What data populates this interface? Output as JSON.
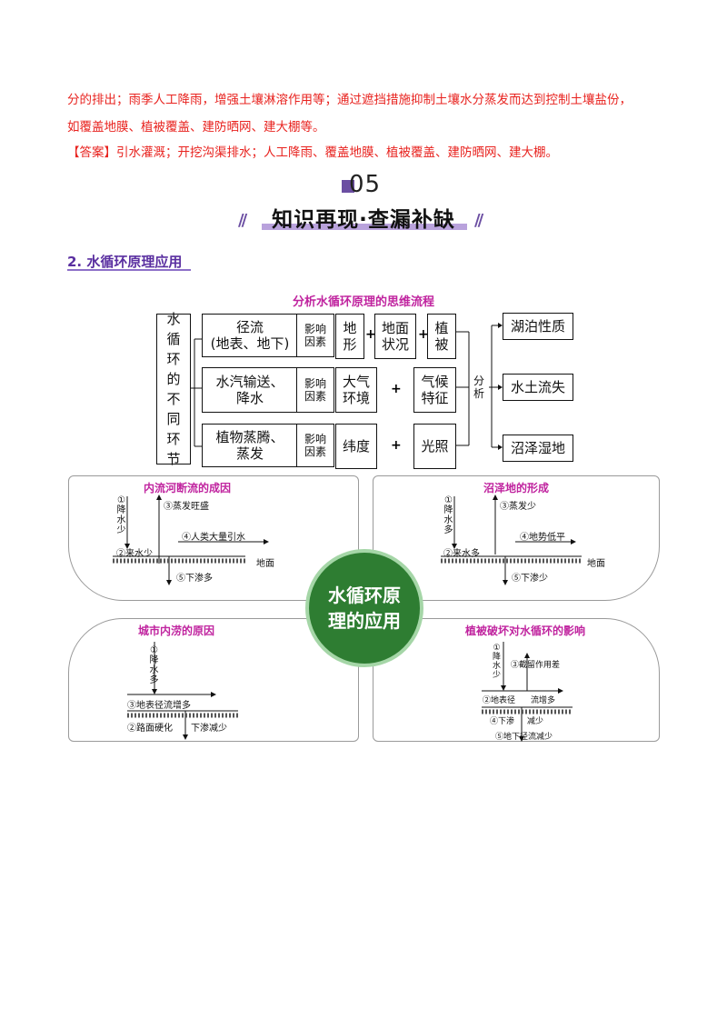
{
  "intro": {
    "line1": "分的排出；雨季人工降雨，增强土壤淋溶作用等；通过遮挡措施抑制土壤水分蒸发而达到控制土壤盐份，",
    "line2": "如覆盖地膜、植被覆盖、建防晒网、建大棚等。",
    "answer_tag": "【答案】",
    "answer_text": "引水灌溉；开挖沟渠排水；人工降雨、覆盖地膜、植被覆盖、建防晒网、建大棚。"
  },
  "section": {
    "number": "05",
    "banner": "知识再现·查漏补缺",
    "slashes_left": "//",
    "slashes_right": "//",
    "heading": "2. 水循环原理应用"
  },
  "flow": {
    "title": "分析水循环原理的思维流程",
    "left_label": "水循环的不同环节",
    "rows": [
      {
        "stage": "径流\n(地表、地下)",
        "factor": "影响\n因素",
        "items": [
          "地\n形",
          "地面\n状况",
          "植\n被"
        ]
      },
      {
        "stage": "水汽输送、\n降水",
        "factor": "影响\n因素",
        "items": [
          "大气\n环境",
          "气候\n特征"
        ]
      },
      {
        "stage": "植物蒸腾、\n蒸发",
        "factor": "影响\n因素",
        "items": [
          "纬度",
          "光照"
        ]
      }
    ],
    "plus": "+",
    "analyze": "分\n析",
    "results": [
      "湖泊性质",
      "水土流失",
      "沼泽湿地"
    ]
  },
  "center": "水循环原\n理的应用",
  "panels": {
    "tl": {
      "title": "内流河断流的成因",
      "precip": "①\n降\n水\n少",
      "evap": "③蒸发旺盛",
      "human": "④人类大量引水",
      "inflow": "②来水少",
      "ground": "地面",
      "seep": "⑤下渗多"
    },
    "tr": {
      "title": "沼泽地的形成",
      "precip": "①\n降\n水\n多",
      "evap": "③蒸发少",
      "terrain": "④地势低平",
      "inflow": "②来水多",
      "ground": "地面",
      "seep": "⑤下渗少"
    },
    "bl": {
      "title": "城市内涝的原因",
      "precip": "①\n降\n水\n多",
      "runoff": "③地表径流增多",
      "harden": "②路面硬化",
      "seep": "下渗减少"
    },
    "br": {
      "title": "植被破坏对水循环的影响",
      "precip": "①\n降\n水\n少",
      "canopy": "③截留作用差",
      "surface": "②地表径",
      "flow_inc": "流增多",
      "seep": "④下渗",
      "seep_dec": "减少",
      "under": "⑤地下径流减少"
    }
  }
}
